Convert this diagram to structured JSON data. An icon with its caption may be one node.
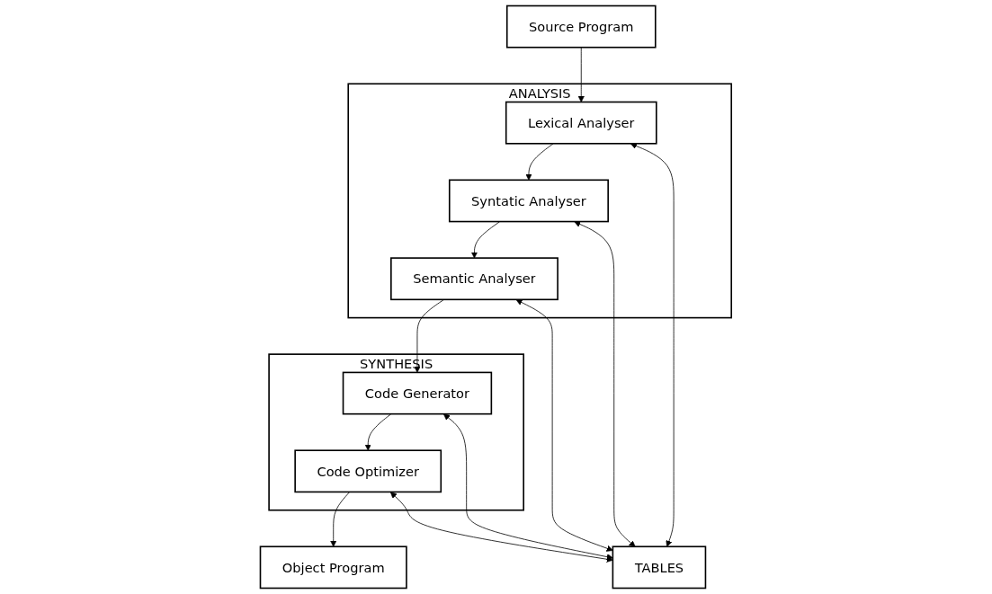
{
  "diagram": {
    "nodes": [
      {
        "text": [
          "Source Program"
        ]
      },
      {
        "text": [
          "Object Program"
        ]
      },
      {
        "text": [
          "ANALYSIS"
        ]
      },
      {
        "text": [
          "Lexical Analyser"
        ],
        "in": 2
      },
      {
        "text": [
          "Syntatic Analyser"
        ],
        "in": 2
      },
      {
        "text": [
          "Semantic Analyser"
        ],
        "in": 2
      },
      {
        "text": [
          "SYNTHESIS"
        ]
      },
      {
        "text": [
          "Code Generator"
        ],
        "in": 6
      },
      {
        "text": [
          "Code Optimizer"
        ],
        "in": 6
      },
      {
        "text": [
          "TABLES"
        ]
      }
    ],
    "edges": [
      {
        "from": 0,
        "to": 3,
        "arrow": "to"
      },
      {
        "from": 3,
        "to": 4,
        "arrow": "to"
      },
      {
        "from": 4,
        "to": 5,
        "arrow": "to"
      },
      {
        "from": 5,
        "to": 7,
        "arrow": "to"
      },
      {
        "from": 7,
        "to": 8,
        "arrow": "to"
      },
      {
        "from": 8,
        "to": 1,
        "arrow": "to"
      },
      {
        "from": 3,
        "to": 9,
        "arrow": "both"
      },
      {
        "from": 4,
        "to": 9,
        "arrow": "both"
      },
      {
        "from": 5,
        "to": 9,
        "arrow": "both"
      },
      {
        "from": 7,
        "to": 9,
        "arrow": "both"
      },
      {
        "from": 8,
        "to": 9,
        "arrow": "both"
      }
    ]
  }
}
